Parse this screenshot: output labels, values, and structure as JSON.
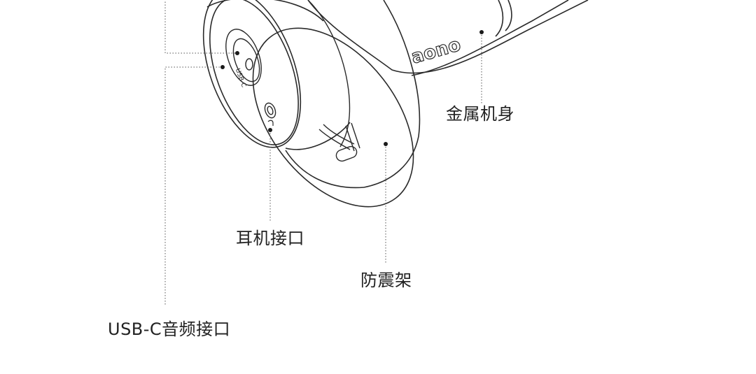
{
  "diagram": {
    "brand_text": "aono",
    "port_text": "USB-C",
    "colors": {
      "line": "#2a2a2a",
      "leader": "#555555",
      "text": "#222222",
      "background": "#ffffff"
    },
    "callouts": [
      {
        "id": "metal-body",
        "label": "金属机身"
      },
      {
        "id": "earphone-jack",
        "label": "耳机接口"
      },
      {
        "id": "shock-mount",
        "label": "防震架"
      },
      {
        "id": "usbc-audio-port",
        "label": "USB-C音频接口"
      }
    ]
  }
}
